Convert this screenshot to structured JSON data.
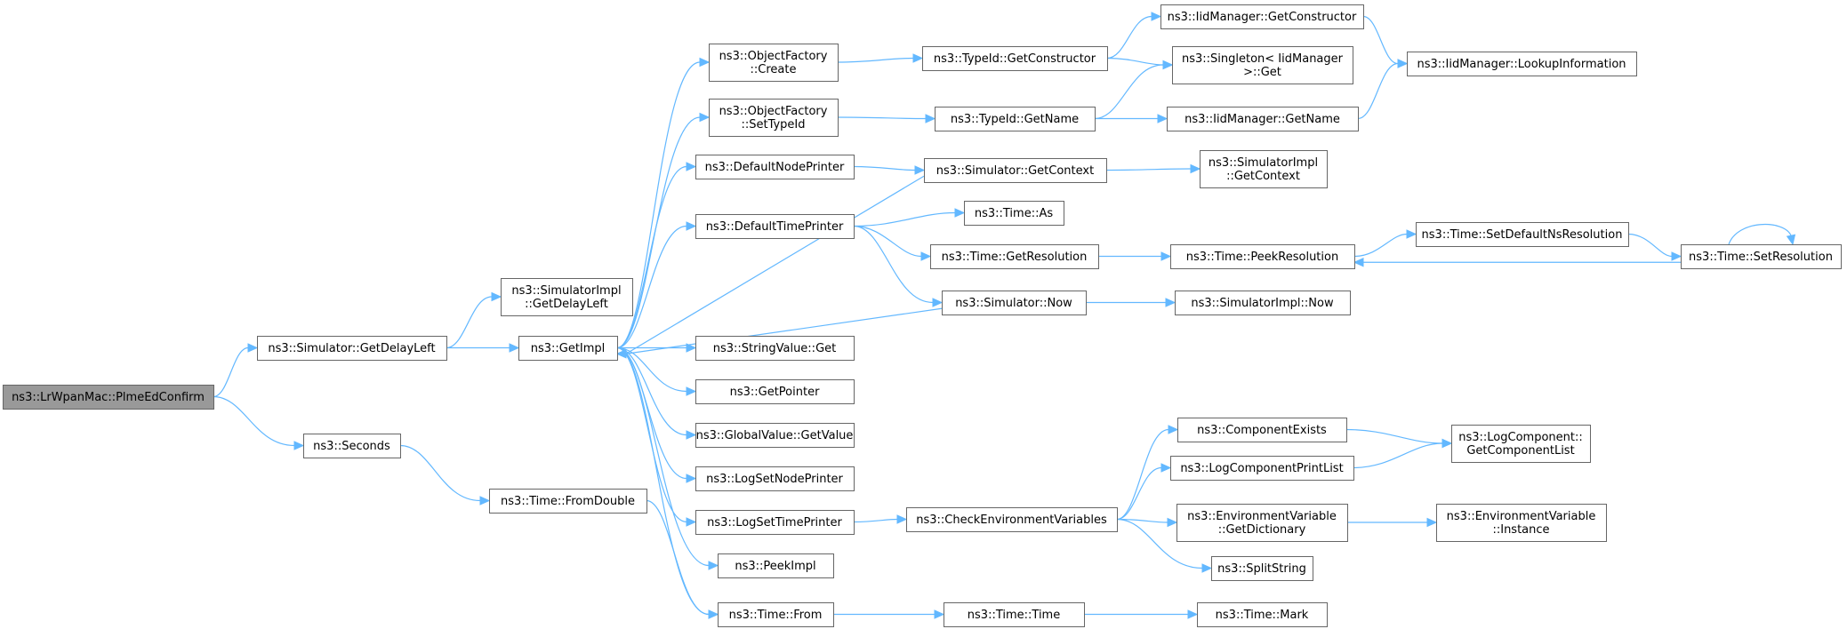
{
  "diagram": {
    "type": "call-graph",
    "colors": {
      "edge": "#63b8ff",
      "node_border": "#666666",
      "root_fill": "#999999",
      "node_fill": "#ffffff"
    },
    "nodes": [
      {
        "id": "plme",
        "lines": [
          "ns3::LrWpanMac::PlmeEdConfirm"
        ],
        "root": true
      },
      {
        "id": "getDelayLeft",
        "lines": [
          "ns3::Simulator::GetDelayLeft"
        ]
      },
      {
        "id": "seconds",
        "lines": [
          "ns3::Seconds"
        ]
      },
      {
        "id": "simImplGetDelayLeft",
        "lines": [
          "ns3::SimulatorImpl",
          "::GetDelayLeft"
        ]
      },
      {
        "id": "getImpl",
        "lines": [
          "ns3::GetImpl"
        ]
      },
      {
        "id": "fromDouble",
        "lines": [
          "ns3::Time::FromDouble"
        ]
      },
      {
        "id": "ofCreate",
        "lines": [
          "ns3::ObjectFactory",
          "::Create"
        ]
      },
      {
        "id": "ofSetTypeId",
        "lines": [
          "ns3::ObjectFactory",
          "::SetTypeId"
        ]
      },
      {
        "id": "defNodePrinter",
        "lines": [
          "ns3::DefaultNodePrinter"
        ]
      },
      {
        "id": "defTimePrinter",
        "lines": [
          "ns3::DefaultTimePrinter"
        ]
      },
      {
        "id": "strValGet",
        "lines": [
          "ns3::StringValue::Get"
        ]
      },
      {
        "id": "getPointer",
        "lines": [
          "ns3::GetPointer"
        ]
      },
      {
        "id": "gvGetValue",
        "lines": [
          "ns3::GlobalValue::GetValue"
        ]
      },
      {
        "id": "logSetNodePrinter",
        "lines": [
          "ns3::LogSetNodePrinter"
        ]
      },
      {
        "id": "logSetTimePrinter",
        "lines": [
          "ns3::LogSetTimePrinter"
        ]
      },
      {
        "id": "peekImpl",
        "lines": [
          "ns3::PeekImpl"
        ]
      },
      {
        "id": "timeFrom",
        "lines": [
          "ns3::Time::From"
        ]
      },
      {
        "id": "tidGetConstructor",
        "lines": [
          "ns3::TypeId::GetConstructor"
        ]
      },
      {
        "id": "tidGetName",
        "lines": [
          "ns3::TypeId::GetName"
        ]
      },
      {
        "id": "simGetContext",
        "lines": [
          "ns3::Simulator::GetContext"
        ]
      },
      {
        "id": "timeAs",
        "lines": [
          "ns3::Time::As"
        ]
      },
      {
        "id": "timeGetResolution",
        "lines": [
          "ns3::Time::GetResolution"
        ]
      },
      {
        "id": "simNow",
        "lines": [
          "ns3::Simulator::Now"
        ]
      },
      {
        "id": "checkEnvVars",
        "lines": [
          "ns3::CheckEnvironmentVariables"
        ]
      },
      {
        "id": "timeTime",
        "lines": [
          "ns3::Time::Time"
        ]
      },
      {
        "id": "iidGetConstructor",
        "lines": [
          "ns3::IidManager::GetConstructor"
        ]
      },
      {
        "id": "singletonGet",
        "lines": [
          "ns3::Singleton< IidManager",
          ">::Get"
        ]
      },
      {
        "id": "iidGetName",
        "lines": [
          "ns3::IidManager::GetName"
        ]
      },
      {
        "id": "simImplGetContext",
        "lines": [
          "ns3::SimulatorImpl",
          "::GetContext"
        ]
      },
      {
        "id": "peekResolution",
        "lines": [
          "ns3::Time::PeekResolution"
        ]
      },
      {
        "id": "simImplNow",
        "lines": [
          "ns3::SimulatorImpl::Now"
        ]
      },
      {
        "id": "componentExists",
        "lines": [
          "ns3::ComponentExists"
        ]
      },
      {
        "id": "logCompPrintList",
        "lines": [
          "ns3::LogComponentPrintList"
        ]
      },
      {
        "id": "envVarGetDict",
        "lines": [
          "ns3::EnvironmentVariable",
          "::GetDictionary"
        ]
      },
      {
        "id": "splitString",
        "lines": [
          "ns3::SplitString"
        ]
      },
      {
        "id": "timeMark",
        "lines": [
          "ns3::Time::Mark"
        ]
      },
      {
        "id": "iidLookupInfo",
        "lines": [
          "ns3::IidManager::LookupInformation"
        ]
      },
      {
        "id": "setDefaultNsRes",
        "lines": [
          "ns3::Time::SetDefaultNsResolution"
        ]
      },
      {
        "id": "logCompGetList",
        "lines": [
          "ns3::LogComponent::",
          "GetComponentList"
        ]
      },
      {
        "id": "envVarInstance",
        "lines": [
          "ns3::EnvironmentVariable",
          "::Instance"
        ]
      },
      {
        "id": "setResolution",
        "lines": [
          "ns3::Time::SetResolution"
        ]
      }
    ],
    "edges": [
      [
        "plme",
        "getDelayLeft"
      ],
      [
        "plme",
        "seconds"
      ],
      [
        "getDelayLeft",
        "simImplGetDelayLeft"
      ],
      [
        "getDelayLeft",
        "getImpl"
      ],
      [
        "seconds",
        "fromDouble"
      ],
      [
        "fromDouble",
        "timeFrom"
      ],
      [
        "getImpl",
        "ofCreate"
      ],
      [
        "getImpl",
        "ofSetTypeId"
      ],
      [
        "getImpl",
        "defNodePrinter"
      ],
      [
        "getImpl",
        "defTimePrinter"
      ],
      [
        "getImpl",
        "strValGet"
      ],
      [
        "getImpl",
        "getPointer"
      ],
      [
        "getImpl",
        "gvGetValue"
      ],
      [
        "getImpl",
        "logSetNodePrinter"
      ],
      [
        "getImpl",
        "logSetTimePrinter"
      ],
      [
        "getImpl",
        "peekImpl"
      ],
      [
        "getImpl",
        "timeFrom"
      ],
      [
        "simGetContext",
        "getImpl"
      ],
      [
        "simNow",
        "getImpl"
      ],
      [
        "ofCreate",
        "tidGetConstructor"
      ],
      [
        "ofSetTypeId",
        "tidGetName"
      ],
      [
        "defNodePrinter",
        "simGetContext"
      ],
      [
        "defTimePrinter",
        "timeAs"
      ],
      [
        "defTimePrinter",
        "timeGetResolution"
      ],
      [
        "defTimePrinter",
        "simNow"
      ],
      [
        "logSetTimePrinter",
        "checkEnvVars"
      ],
      [
        "timeFrom",
        "timeTime"
      ],
      [
        "tidGetConstructor",
        "iidGetConstructor"
      ],
      [
        "tidGetConstructor",
        "singletonGet"
      ],
      [
        "tidGetName",
        "singletonGet"
      ],
      [
        "tidGetName",
        "iidGetName"
      ],
      [
        "simGetContext",
        "simImplGetContext"
      ],
      [
        "timeGetResolution",
        "peekResolution"
      ],
      [
        "simNow",
        "simImplNow"
      ],
      [
        "checkEnvVars",
        "componentExists"
      ],
      [
        "checkEnvVars",
        "logCompPrintList"
      ],
      [
        "checkEnvVars",
        "envVarGetDict"
      ],
      [
        "checkEnvVars",
        "splitString"
      ],
      [
        "timeTime",
        "timeMark"
      ],
      [
        "iidGetConstructor",
        "iidLookupInfo"
      ],
      [
        "iidGetName",
        "iidLookupInfo"
      ],
      [
        "peekResolution",
        "setDefaultNsRes"
      ],
      [
        "setDefaultNsRes",
        "setResolution"
      ],
      [
        "setResolution",
        "peekResolution"
      ],
      [
        "setResolution",
        "setResolution"
      ],
      [
        "componentExists",
        "logCompGetList"
      ],
      [
        "logCompPrintList",
        "logCompGetList"
      ],
      [
        "envVarGetDict",
        "envVarInstance"
      ]
    ]
  }
}
